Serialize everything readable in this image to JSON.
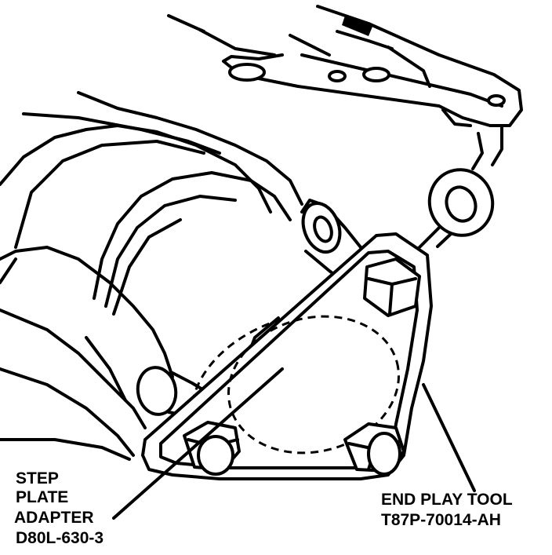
{
  "callouts": {
    "step_plate_adapter": {
      "lines": [
        "STEP",
        "PLATE",
        "ADAPTER",
        "D80L-630-3"
      ]
    },
    "end_play_tool": {
      "lines": [
        "END PLAY TOOL",
        "T87P-70014-AH"
      ]
    }
  },
  "colors": {
    "ink": "#000000",
    "paper": "#ffffff"
  }
}
